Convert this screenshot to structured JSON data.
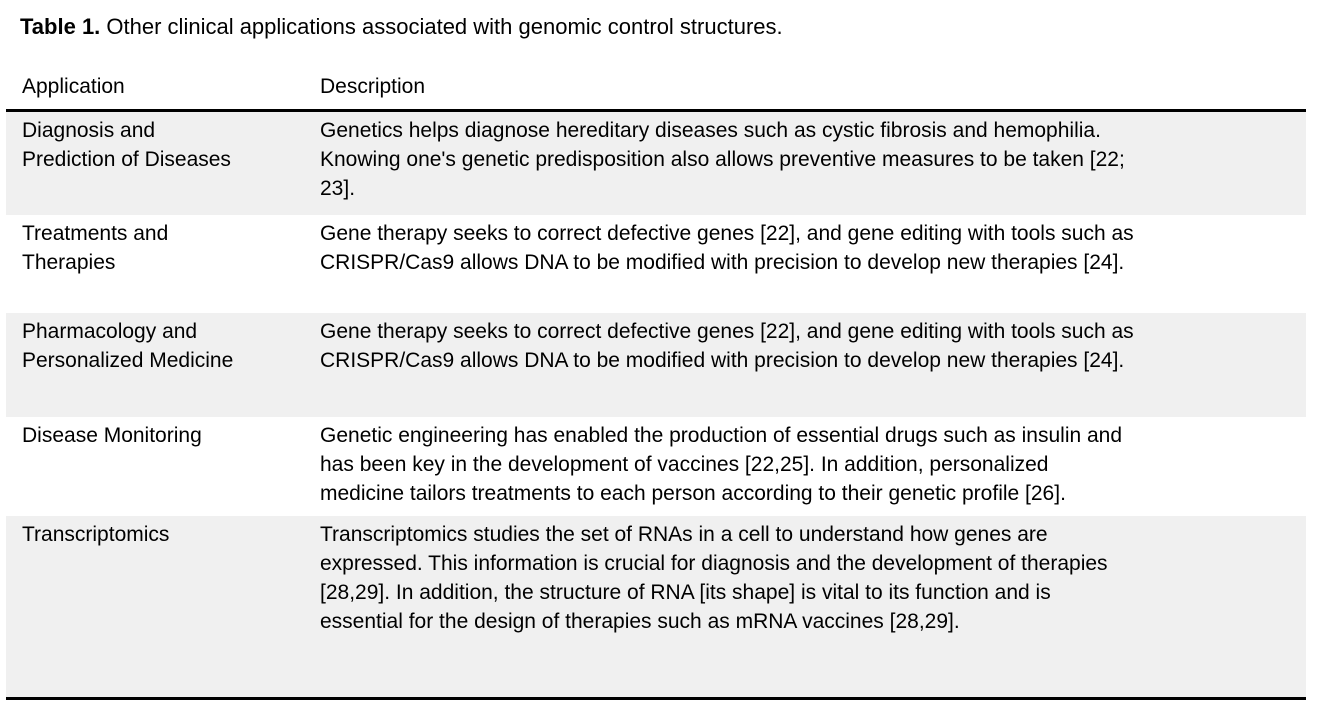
{
  "caption": {
    "label": "Table 1.",
    "text": "Other clinical applications associated with genomic control structures."
  },
  "table": {
    "headers": [
      "Application",
      "Description"
    ],
    "rows": [
      {
        "application": "Diagnosis and\nPrediction of Diseases",
        "description": "Genetics helps diagnose hereditary diseases such as cystic fibrosis and hemophilia.\nKnowing one's genetic predisposition also allows preventive measures to be taken [22;\n23]."
      },
      {
        "application": "Treatments and\nTherapies",
        "description": "Gene therapy seeks to correct defective genes [22], and gene editing with tools such as\nCRISPR/Cas9 allows DNA to be modified with precision to develop new therapies [24]."
      },
      {
        "application": "Pharmacology and\nPersonalized Medicine",
        "description": "Gene therapy seeks to correct defective genes [22], and gene editing with tools such as\nCRISPR/Cas9 allows DNA to be modified with precision to develop new therapies [24]."
      },
      {
        "application": "Disease Monitoring",
        "description": "Genetic engineering has enabled the production of essential drugs such as insulin and\nhas been key in the development of vaccines [22,25]. In addition, personalized\nmedicine tailors treatments to each person according to their genetic profile [26]."
      },
      {
        "application": "Transcriptomics",
        "description": "Transcriptomics studies the set of RNAs in a cell to understand how genes are\nexpressed. This information is crucial for diagnosis and the development of therapies\n[28,29]. In addition, the structure of RNA [its shape] is vital to its function and is\nessential for the design of therapies such as mRNA vaccines [28,29]."
      }
    ]
  },
  "colors": {
    "row_stripe": "#f0f0f0",
    "rule": "#000000",
    "text": "#000000",
    "background": "#ffffff"
  }
}
